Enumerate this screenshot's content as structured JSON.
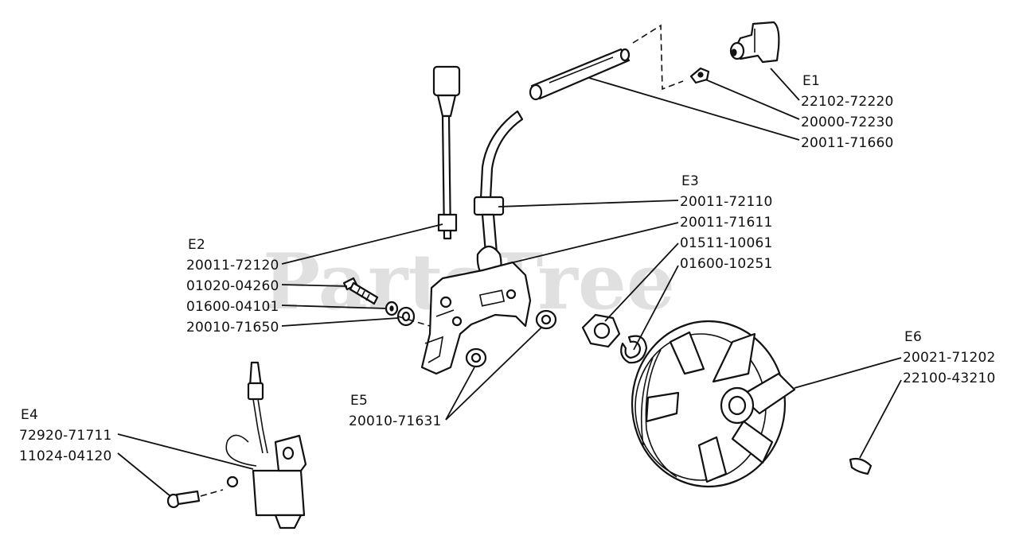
{
  "watermark": "PartsTree",
  "groups": {
    "e1": {
      "id": "E1",
      "parts": [
        "22102-72220",
        "20000-72230",
        "20011-71660"
      ]
    },
    "e2": {
      "id": "E2",
      "parts": [
        "20011-72120",
        "01020-04260",
        "01600-04101",
        "20010-71650"
      ]
    },
    "e3": {
      "id": "E3",
      "parts": [
        "20011-72110",
        "20011-71611",
        "01511-10061",
        "01600-10251"
      ]
    },
    "e4": {
      "id": "E4",
      "parts": [
        "72920-71711",
        "11024-04120"
      ]
    },
    "e5": {
      "id": "E5",
      "parts": [
        "20010-71631"
      ]
    },
    "e6": {
      "id": "E6",
      "parts": [
        "20021-71202",
        "22100-43210"
      ]
    }
  }
}
